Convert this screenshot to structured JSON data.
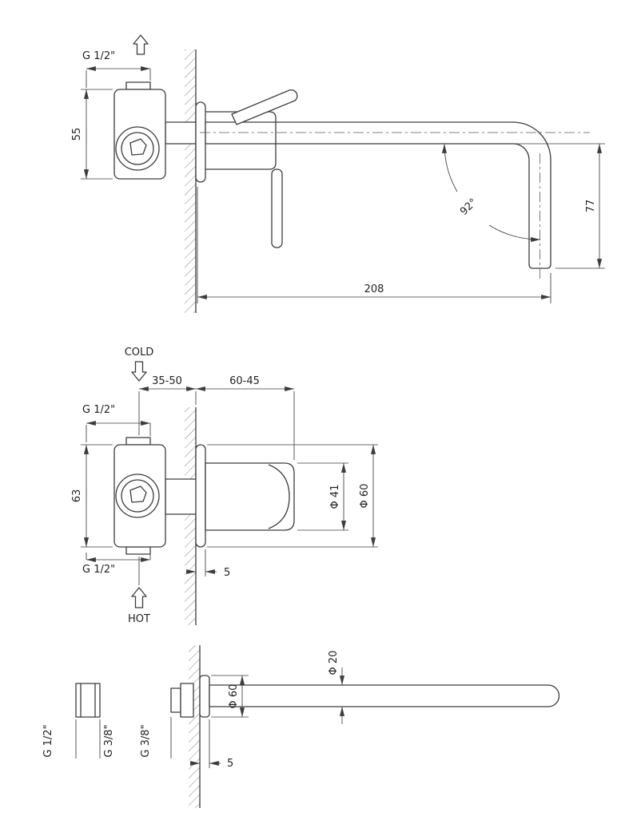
{
  "colors": {
    "line": "#3c3c3c",
    "background": "#ffffff",
    "text": "#222222"
  },
  "drawing": {
    "top_view": {
      "outlet_flow_icon": "arrow-up-outline",
      "thread_top": "G 1/2\"",
      "dim_body_height": "55",
      "dim_spout_reach": "208",
      "dim_spout_drop": "77",
      "dim_spout_angle": "92°"
    },
    "front_view": {
      "cold_label": "COLD",
      "cold_flow_icon": "arrow-down-outline",
      "hot_label": "HOT",
      "hot_flow_icon": "arrow-up-outline",
      "dim_wall_depth_range": "35-50",
      "dim_handle_projection_range": "60-45",
      "thread_top": "G 1/2\"",
      "thread_bottom": "G 1/2\"",
      "dim_body_height": "63",
      "dia_handle": "Φ 41",
      "dia_escutcheon": "Φ 60",
      "dim_escutcheon_offset": "5"
    },
    "spout_view": {
      "thread_wall_union": "G 1/2\"",
      "thread_union_inner": "G 3/8\"",
      "thread_spout_inlet": "G 3/8\"",
      "dia_escutcheon": "Φ 60",
      "dia_spout_tube": "Φ 20",
      "dim_escutcheon_offset": "5"
    }
  }
}
